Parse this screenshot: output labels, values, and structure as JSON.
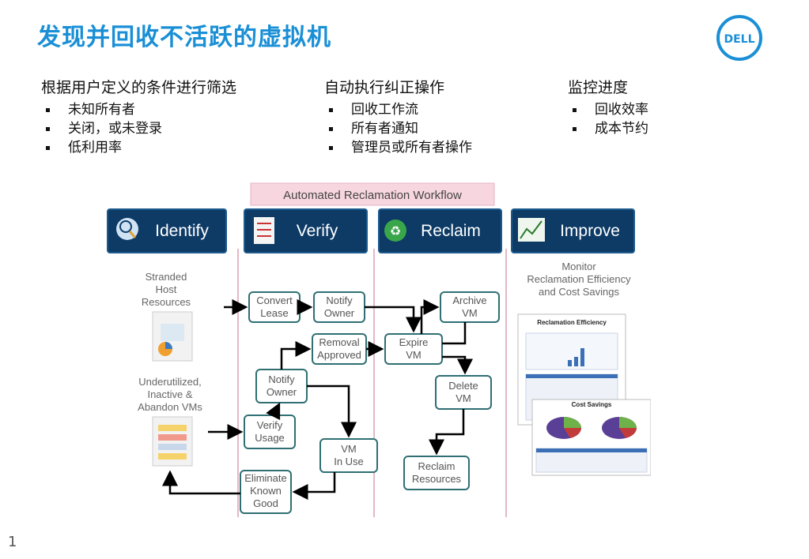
{
  "slide": {
    "title": "发现并回收不活跃的虚拟机",
    "page_number": "1",
    "logo_text": "DELL"
  },
  "columns": [
    {
      "heading": "根据用户定义的条件进行筛选",
      "items": [
        "未知所有者",
        "关闭，或未登录",
        "低利用率"
      ]
    },
    {
      "heading": "自动执行纠正操作",
      "items": [
        "回收工作流",
        "所有者通知",
        "管理员或所有者操作"
      ]
    },
    {
      "heading": "监控进度",
      "items": [
        "回收效率",
        "成本节约"
      ]
    }
  ],
  "diagram": {
    "workflow_label": "Automated Reclamation Workflow",
    "phases": [
      "Identify",
      "Verify",
      "Reclaim",
      "Improve"
    ],
    "stranded_label": [
      "Stranded",
      "Host",
      "Resources"
    ],
    "underutilized_label": [
      "Underutilized,",
      "Inactive &",
      "Abandon VMs"
    ],
    "monitor_label": [
      "Monitor",
      "Reclamation Efficiency",
      "and Cost Savings"
    ],
    "nodes": {
      "convert_lease": [
        "Convert",
        "Lease"
      ],
      "notify_owner_top": [
        "Notify",
        "Owner"
      ],
      "removal_approved": [
        "Removal",
        "Approved"
      ],
      "notify_owner": [
        "Notify",
        "Owner"
      ],
      "verify_usage": [
        "Verify",
        "Usage"
      ],
      "vm_in_use": [
        "VM",
        "In Use"
      ],
      "eliminate_known_good": [
        "Eliminate",
        "Known",
        "Good"
      ],
      "archive_vm": [
        "Archive",
        "VM"
      ],
      "expire_vm": [
        "Expire",
        "VM"
      ],
      "delete_vm": [
        "Delete",
        "VM"
      ],
      "reclaim_resources": [
        "Reclaim",
        "Resources"
      ]
    },
    "report": {
      "efficiency_title": "Reclamation Efficiency",
      "cost_title": "Cost Savings"
    }
  },
  "colors": {
    "title_blue": "#1a8fd6",
    "phase_bg": "#0d3b66",
    "node_border": "#2f6f73",
    "node_text": "#555555",
    "divider": "#d9a0b5",
    "workflow_bg": "#f7d6e0"
  }
}
